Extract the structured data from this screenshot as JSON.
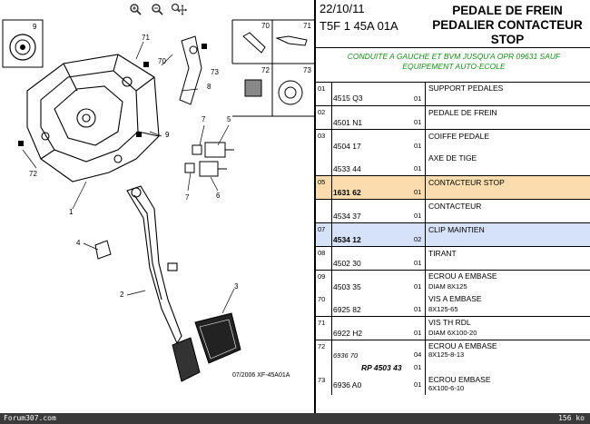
{
  "toolbar": {
    "tools": [
      "zoom-in-icon",
      "zoom-out-icon",
      "pan-zoom-icon"
    ]
  },
  "diagram": {
    "reference": "07/2006  XF-45A01A",
    "callouts": [
      "9",
      "71",
      "70",
      "73",
      "8",
      "7",
      "5",
      "9",
      "72",
      "6",
      "7",
      "1",
      "4",
      "2",
      "3"
    ],
    "detail_labels": [
      "70",
      "71",
      "72",
      "73"
    ]
  },
  "header": {
    "date": "22/10/11",
    "ref": "T5F 1 45A 01A",
    "title_line1": "PEDALE DE FREIN",
    "title_line2": "PEDALIER CONTACTEUR",
    "title_line3": "STOP"
  },
  "note": {
    "line1": "CONDUITE A GAUCHE ET BVM JUSQU'A OPR 09631 SAUF",
    "line2": "EQUIPEMENT AUTO-ECOLE"
  },
  "parts": [
    {
      "idx": "01",
      "number": "4515 Q3",
      "qty": "01",
      "desc": "SUPPORT PEDALES",
      "desc2": "",
      "number2": "",
      "qty2": "",
      "hl": ""
    },
    {
      "idx": "02",
      "number": "4501 N1",
      "qty": "01",
      "desc": "PEDALE DE FREIN",
      "desc2": "",
      "number2": "",
      "qty2": "",
      "hl": ""
    },
    {
      "idx": "03",
      "number": "4504 17",
      "qty": "01",
      "desc": "COIFFE PEDALE",
      "desc2": "AXE DE TIGE",
      "number2": "4533 44",
      "qty2": "01",
      "hl": ""
    },
    {
      "idx": "05",
      "number": "1631 62",
      "qty": "01",
      "desc": "CONTACTEUR STOP",
      "desc2": "CONTACTEUR",
      "number2": "4534 37",
      "qty2": "01",
      "hl": "orange"
    },
    {
      "idx": "07",
      "number": "4534 12",
      "qty": "02",
      "desc": "CLIP MAINTIEN",
      "desc2": "",
      "number2": "",
      "qty2": "",
      "hl": "blue"
    },
    {
      "idx": "08",
      "number": "4502 30",
      "qty": "01",
      "desc": "TIRANT",
      "desc2": "",
      "number2": "",
      "qty2": "",
      "hl": ""
    },
    {
      "idx": "09",
      "number": "4503 35",
      "qty": "01",
      "desc": "ECROU A EMBASE",
      "desc2": "DIAM 8X125",
      "number2": "",
      "qty2": "",
      "hl": ""
    },
    {
      "idx": "70",
      "number": "6925 82",
      "qty": "01",
      "desc": "VIS A EMBASE",
      "desc2": "8X125-65",
      "number2": "",
      "qty2": "",
      "hl": ""
    },
    {
      "idx": "71",
      "number": "6922 H2",
      "qty": "01",
      "desc": "VIS TH RDL",
      "desc2": "DIAM 6X100-20",
      "number2": "",
      "qty2": "",
      "hl": ""
    },
    {
      "idx": "72",
      "number": "6936 70",
      "qty": "04",
      "desc": "ECROU A EMBASE",
      "desc2": "8X125-8-13",
      "number2": "",
      "qty2": "",
      "hl": "",
      "rp": "RP 4503 43",
      "rp_qty": "01"
    },
    {
      "idx": "73",
      "number": "6936 A0",
      "qty": "01",
      "desc": "ECROU EMBASE",
      "desc2": "6X100-6-10",
      "number2": "",
      "qty2": "",
      "hl": ""
    }
  ],
  "footer": {
    "left": "Forum307.com",
    "right": "156 ko"
  }
}
